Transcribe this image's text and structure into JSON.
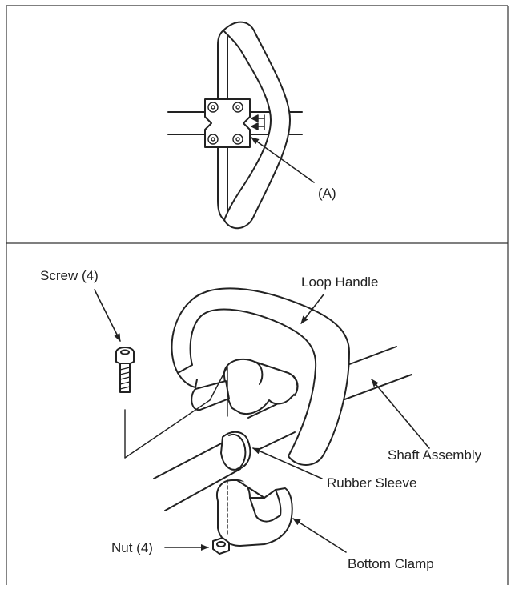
{
  "top_panel": {
    "callout": "(A)"
  },
  "bottom_panel": {
    "labels": {
      "screw": "Screw (4)",
      "loop_handle": "Loop Handle",
      "shaft_assembly": "Shaft Assembly",
      "rubber_sleeve": "Rubber Sleeve",
      "nut": "Nut (4)",
      "bottom_clamp": "Bottom Clamp"
    }
  },
  "colors": {
    "line": "#222222",
    "background": "#ffffff"
  }
}
